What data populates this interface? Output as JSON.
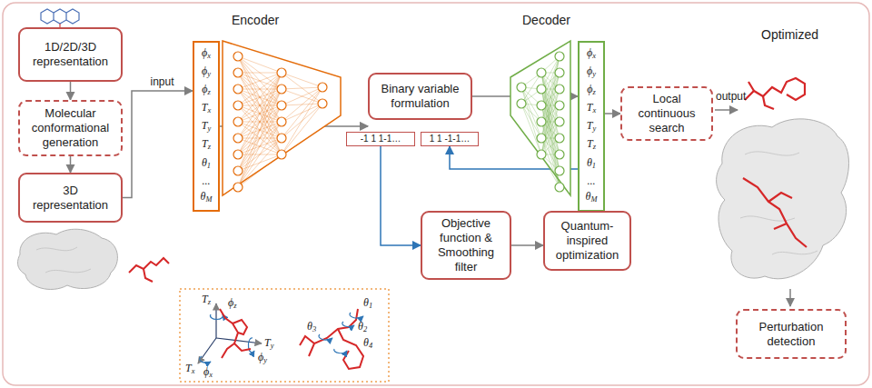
{
  "diagram": {
    "nodes": [
      {
        "text": [
          "1D/2D/3D representation"
        ]
      },
      {
        "text": [
          "Molecular conformational generation"
        ]
      },
      {
        "text": [
          "3D representation"
        ]
      },
      {
        "text": [
          "ϕx",
          "ϕy",
          "ϕz",
          "Tx",
          "Ty",
          "Tz",
          "θ1",
          "...",
          "θM"
        ]
      },
      {
        "text": [
          "Binary variable formulation"
        ]
      },
      {
        "text": [
          "-1 1 1-1…"
        ]
      },
      {
        "text": [
          "1 1 -1-1…"
        ]
      },
      {
        "text": [
          "ϕx",
          "ϕy",
          "ϕz",
          "Tx",
          "Ty",
          "Tz",
          "θ1",
          "...",
          "θM"
        ]
      },
      {
        "text": [
          "Local continuous search"
        ]
      },
      {
        "text": [
          "Objective function & Smoothing filter"
        ]
      },
      {
        "text": [
          "Quantum-inspired optimization"
        ]
      },
      {
        "text": [
          "Perturbation detection"
        ]
      }
    ],
    "edges": [
      {
        "from": 0,
        "to": 1,
        "arrow": "to"
      },
      {
        "from": 1,
        "to": 2,
        "arrow": "to"
      },
      {
        "from": 2,
        "to": 3,
        "label": "input",
        "arrow": "to"
      },
      {
        "from": 3,
        "to": 4,
        "arrow": "to"
      },
      {
        "from": 4,
        "to": 7,
        "arrow": "to"
      },
      {
        "from": 7,
        "to": 8,
        "arrow": "to"
      },
      {
        "from": 5,
        "to": 9,
        "arrow": "to"
      },
      {
        "from": 9,
        "to": 10,
        "arrow": "to"
      },
      {
        "from": 10,
        "to": 6,
        "arrow": "to"
      }
    ],
    "labels": [
      "Encoder",
      "Decoder",
      "Optimized",
      "output",
      "Tz",
      "ϕz",
      "Ty",
      "ϕy",
      "Tx",
      "ϕx",
      "θ1",
      "θ2",
      "θ3",
      "θ4"
    ]
  }
}
